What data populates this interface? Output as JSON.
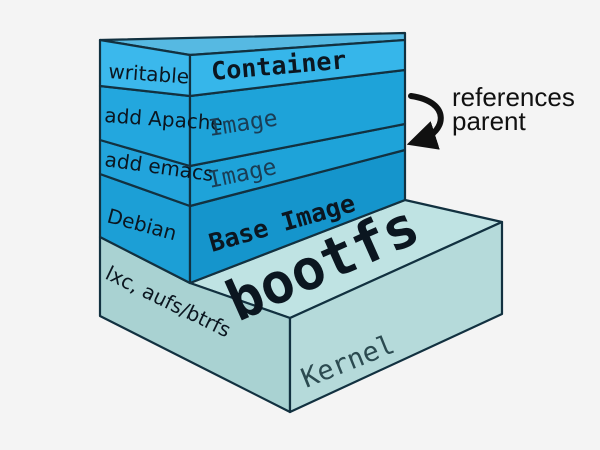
{
  "colors": {
    "background": "#f4f4f4",
    "kernel_front": "#b5dada",
    "kernel_side": "#a9d2d2",
    "kernel_top": "#bfe3e3",
    "layer_top": "#56b9e2",
    "writable_front": "#36b6ea",
    "image_front": "#1ea3d9",
    "base_front": "#1595cc",
    "edge": "#123140"
  },
  "diagram": {
    "layers": [
      {
        "side_label": "writable",
        "front_label": "Container"
      },
      {
        "side_label": "add Apache",
        "front_label": "Image"
      },
      {
        "side_label": "add emacs",
        "front_label": "Image"
      },
      {
        "side_label": "Debian",
        "front_label": "Base Image"
      }
    ],
    "kernel": {
      "side_label": "lxc, aufs/btrfs",
      "front_label": "Kernel",
      "top_label": "bootfs"
    },
    "annotation": {
      "line1": "references",
      "line2": "parent",
      "icon": "curved-arrow-icon"
    }
  }
}
